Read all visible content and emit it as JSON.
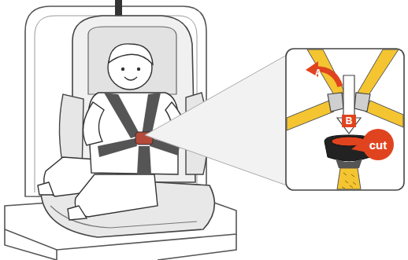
{
  "diagram": {
    "nodes": [
      {
        "text": [
          "cut"
        ]
      }
    ],
    "labels": [
      "A",
      "B"
    ]
  }
}
